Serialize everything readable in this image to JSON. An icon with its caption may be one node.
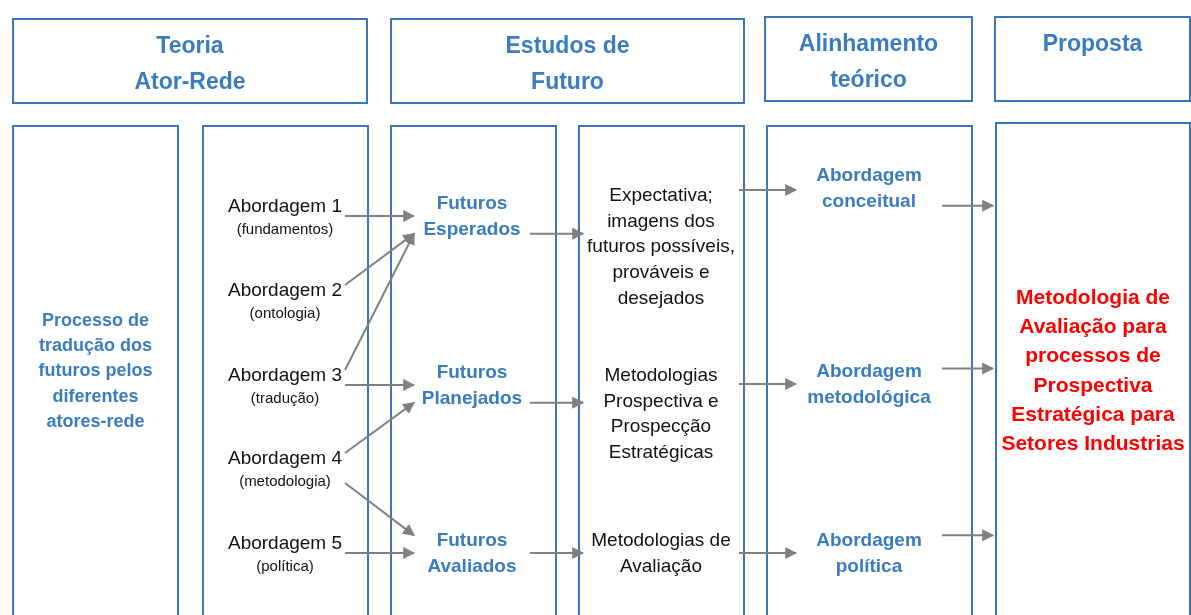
{
  "diagram": {
    "nodes": [
      {
        "text": [
          "Teoria Ator-Rede"
        ]
      },
      {
        "text": [
          "Estudos de Futuro"
        ]
      },
      {
        "text": [
          "Alinhamento teórico"
        ]
      },
      {
        "text": [
          "Proposta"
        ]
      },
      {
        "text": [
          "Processo de tradução dos futuros pelos diferentes atores-rede"
        ]
      },
      {
        "text": [],
        "shape": "box"
      },
      {
        "text": [
          "Abordagem 1",
          "(fundamentos)"
        ],
        "in": 5
      },
      {
        "text": [
          "Abordagem 2",
          "(ontologia)"
        ],
        "in": 5
      },
      {
        "text": [
          "Abordagem 3",
          "(tradução)"
        ],
        "in": 5
      },
      {
        "text": [
          "Abordagem 4",
          "(metodologia)"
        ],
        "in": 5
      },
      {
        "text": [
          "Abordagem 5",
          "(política)"
        ],
        "in": 5
      },
      {
        "text": [],
        "shape": "box"
      },
      {
        "text": [
          "Futuros Esperados"
        ],
        "in": 11
      },
      {
        "text": [
          "Futuros Planejados"
        ],
        "in": 11
      },
      {
        "text": [
          "Futuros Avaliados"
        ],
        "in": 11
      },
      {
        "text": [],
        "shape": "box"
      },
      {
        "text": [
          "Expectativa; imagens dos futuros possíveis, prováveis e desejados"
        ],
        "in": 15
      },
      {
        "text": [
          "Metodologias Prospectiva e Prospecção Estratégicas"
        ],
        "in": 15
      },
      {
        "text": [
          "Metodologias de Avaliação"
        ],
        "in": 15
      },
      {
        "text": [],
        "shape": "box"
      },
      {
        "text": [
          "Abordagem conceitual"
        ],
        "in": 19
      },
      {
        "text": [
          "Abordagem metodológica"
        ],
        "in": 19
      },
      {
        "text": [
          "Abordagem política"
        ],
        "in": 19
      },
      {
        "text": [
          "Metodologia de Avaliação para processos de Prospectiva Estratégica para Setores Industrias"
        ]
      }
    ],
    "edges": [
      {
        "from": 6,
        "to": 12,
        "arrow": "to"
      },
      {
        "from": 7,
        "to": 12,
        "arrow": "to"
      },
      {
        "from": 8,
        "to": 12,
        "arrow": "to"
      },
      {
        "from": 8,
        "to": 13,
        "arrow": "to"
      },
      {
        "from": 9,
        "to": 13,
        "arrow": "to"
      },
      {
        "from": 9,
        "to": 14,
        "arrow": "to"
      },
      {
        "from": 10,
        "to": 14,
        "arrow": "to"
      },
      {
        "from": 12,
        "to": 16,
        "arrow": "to"
      },
      {
        "from": 13,
        "to": 17,
        "arrow": "to"
      },
      {
        "from": 14,
        "to": 18,
        "arrow": "to"
      },
      {
        "from": 16,
        "to": 20,
        "arrow": "to"
      },
      {
        "from": 17,
        "to": 21,
        "arrow": "to"
      },
      {
        "from": 18,
        "to": 22,
        "arrow": "to"
      },
      {
        "from": 20,
        "to": 23,
        "arrow": "to"
      },
      {
        "from": 21,
        "to": 23,
        "arrow": "to"
      },
      {
        "from": 22,
        "to": 23,
        "arrow": "to"
      }
    ]
  }
}
